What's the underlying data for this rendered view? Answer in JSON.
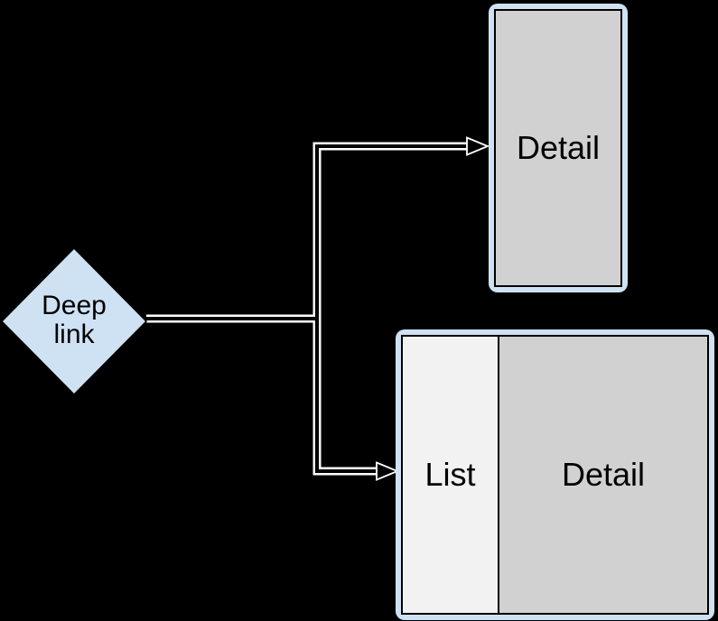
{
  "palette": {
    "background": "#000000",
    "node_fill": "#cfe2f3",
    "screen_frame_fill": "#cfe2f3",
    "detail_pane_fill": "#d1d1d1",
    "list_pane_fill": "#f2f2f2",
    "pane_border": "#000000",
    "connector_casing": "#ffffff",
    "connector_core": "#000000",
    "label_color": "#000000"
  },
  "diagram": {
    "deep_link_node": {
      "label_lines": [
        "Deep",
        "link"
      ]
    },
    "portrait_screen": {
      "detail_label": "Detail"
    },
    "two_pane_screen": {
      "list_label": "List",
      "detail_label": "Detail"
    }
  }
}
